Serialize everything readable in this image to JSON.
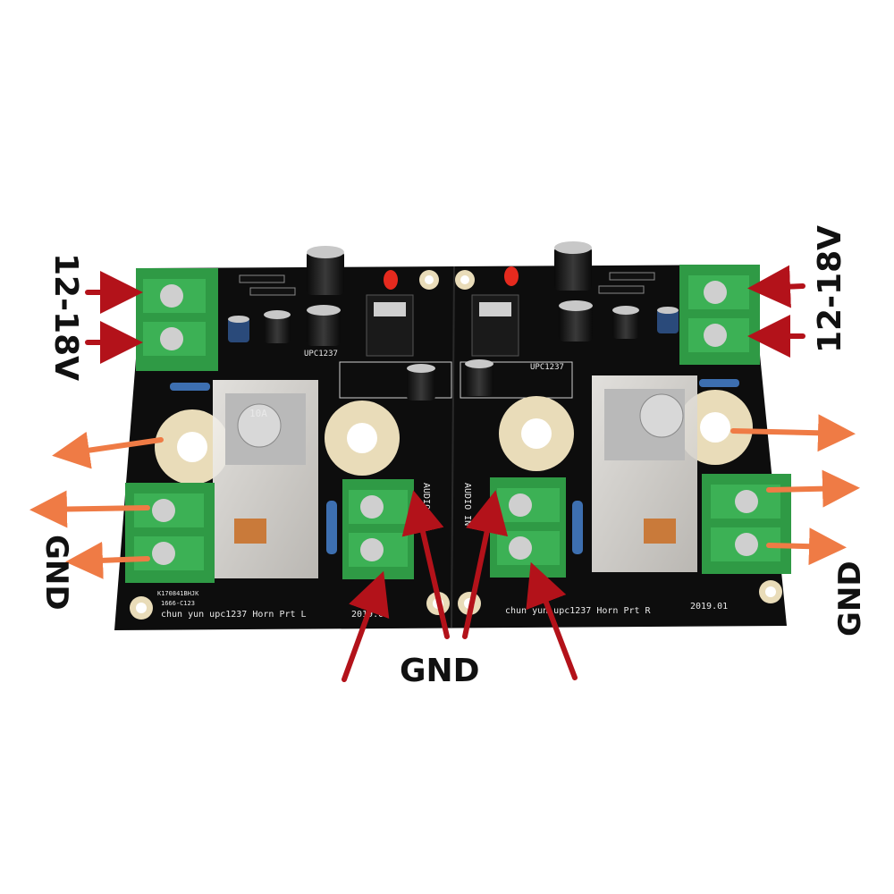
{
  "labels": {
    "supply_left": "12-18V",
    "supply_right": "12-18V",
    "gnd_left": "GND",
    "gnd_right": "GND",
    "gnd_bottom": "GND"
  },
  "silkscreen": {
    "chip_left": "UPC1237",
    "chip_right": "UPC1237",
    "title_left": "chun yun upc1237 Horn Prt L",
    "title_right": "chun yun upc1237 Horn Prt R",
    "date_left": "2019.01",
    "date_right": "2019.01",
    "audio_in_left": "AUDIO IN",
    "audio_in_right": "AUDIO IN",
    "relay_marking": "10A",
    "code_line_1": "K170841BHJK",
    "code_line_2": "1666-C123"
  },
  "colors": {
    "pcb": "#0d0d0d",
    "terminal_green": "#2f9a45",
    "arrow_red": "#b3121a",
    "arrow_orange": "#ef7b45",
    "pad_gold": "#e9dcb9"
  }
}
